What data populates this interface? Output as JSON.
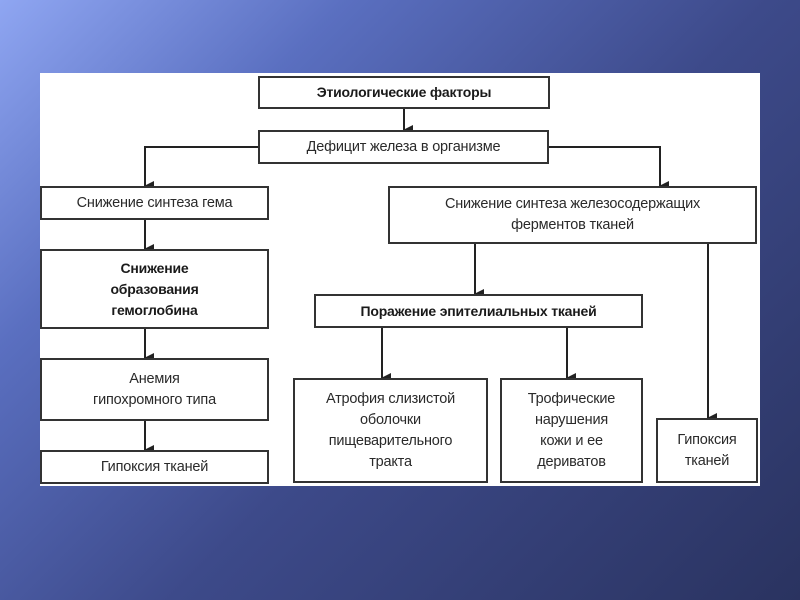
{
  "diagram": {
    "nodes": {
      "etiology": "Этиологические факторы",
      "iron_deficit": "Дефицит железа в организме",
      "heme_synthesis": "Снижение синтеза гема",
      "enzyme_synthesis": "Снижение синтеза железосодержащих\nферментов тканей",
      "hemoglobin": "Снижение\nобразования\nгемоглобина",
      "epithelial": "Поражение эпителиальных тканей",
      "anemia": "Анемия\nгипохромного типа",
      "hypoxia_left": "Гипоксия тканей",
      "atrophy": "Атрофия слизистой\nоболочки\nпищеварительного\nтракта",
      "trophic": "Трофические\nнарушения\nкожи и ее\nдериватов",
      "hypoxia_right": "Гипоксия\nтканей"
    }
  }
}
